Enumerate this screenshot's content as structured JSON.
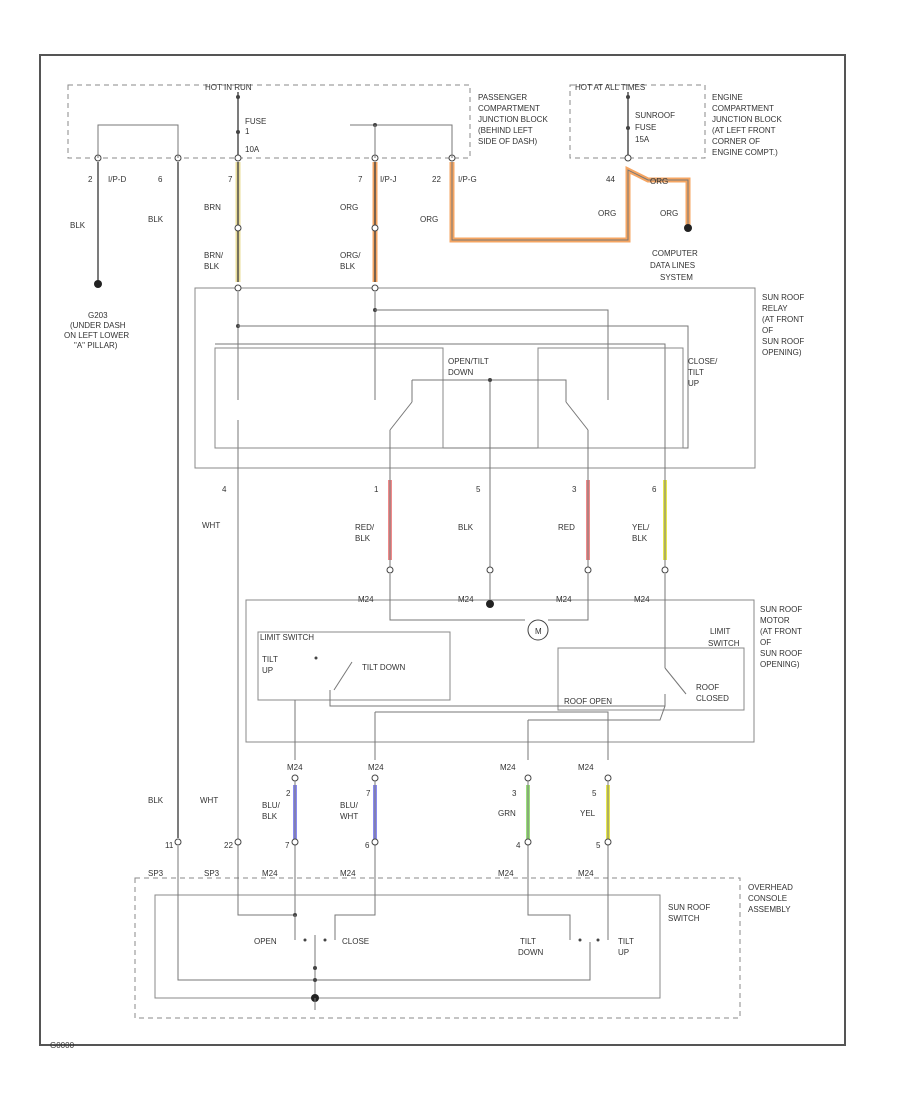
{
  "colors": {
    "brown": "#e8dc9a",
    "orange": "#f5a562",
    "red": "#f08a8a",
    "yellow": "#e8e84a",
    "blue": "#8a8af2",
    "green": "#9ae07a",
    "wire": "#444444",
    "frame": "#555555"
  },
  "fuse_sources": {
    "hot_run": "HOT IN RUN",
    "fuse1": [
      "FUSE",
      "1",
      "10A"
    ],
    "pass_block": [
      "PASSENGER",
      "COMPARTMENT",
      "JUNCTION BLOCK",
      "(BEHIND LEFT",
      "SIDE OF DASH)"
    ],
    "hot_all": "HOT AT ALL TIMES",
    "fuse2": [
      "SUNROOF",
      "FUSE",
      "15A"
    ],
    "engine_block": [
      "ENGINE",
      "COMPARTMENT",
      "JUNCTION BLOCK",
      "(AT LEFT FRONT",
      "CORNER OF",
      "ENGINE COMPT.)"
    ]
  },
  "top_pins": {
    "g2": "2",
    "ipd": "I/P-D",
    "g6": "6",
    "p7a": "7",
    "p7b": "7",
    "ipj": "I/P-J",
    "p22": "22",
    "ipg": "I/P-G",
    "p44": "44"
  },
  "wires": {
    "blk": "BLK",
    "brn": "BRN",
    "org": "ORG",
    "brn_blk": [
      "BRN/",
      "BLK"
    ],
    "org_blk": [
      "ORG/",
      "BLK"
    ],
    "grn": "GRN",
    "whi": "WHT"
  },
  "ground": [
    "G203",
    "(UNDER DASH",
    "ON LEFT LOWER",
    "\"A\" PILLAR)"
  ],
  "data_link": [
    "COMPUTER",
    "DATA LINES",
    "SYSTEM"
  ],
  "relay": {
    "label": [
      "SUN ROOF",
      "RELAY",
      "(AT FRONT",
      "OF",
      "SUN ROOF",
      "OPENING)"
    ],
    "open_tilt": [
      "OPEN/TILT",
      "DOWN"
    ],
    "close_tilt": [
      "CLOSE/",
      "TILT",
      "UP"
    ],
    "pins": [
      "4",
      "1",
      "5",
      "3",
      "6"
    ]
  },
  "mid_wires": [
    "WHT",
    "RED/",
    "BLK",
    "BLK",
    "RED",
    "YEL/",
    "BLK"
  ],
  "motor": {
    "label": [
      "SUN ROOF",
      "MOTOR",
      "(AT FRONT",
      "OF",
      "SUN ROOF",
      "OPENING)"
    ],
    "conn": "M24",
    "limit_switch_1": "LIMIT SWITCH",
    "tilt_up": [
      "TILT",
      "UP"
    ],
    "tilt_down": "TILT DOWN",
    "limit_switch_2": [
      "LIMIT",
      "SWITCH"
    ],
    "roof_open": "ROOF OPEN",
    "roof_closed": [
      "ROOF",
      "CLOSED"
    ]
  },
  "lower_pins": {
    "m_conn": "M24",
    "p2": "2",
    "p7": "7",
    "p3": "3",
    "p5": "5",
    "blu_blk": [
      "BLU/",
      "BLK"
    ],
    "blu_wht": [
      "BLU/",
      "WHT"
    ],
    "grn": "GRN",
    "yel": "YEL",
    "blk": "BLK",
    "wht": "WHT",
    "s11": "11",
    "s22": "22",
    "s7": "7",
    "s6": "6",
    "s4": "4",
    "s5": "5",
    "sp3a": "SP3",
    "sp3b": "SP3",
    "m24": "M24"
  },
  "switch": {
    "label": [
      "SUN ROOF",
      "SWITCH"
    ],
    "overhead": [
      "OVERHEAD",
      "CONSOLE",
      "ASSEMBLY"
    ],
    "open": "OPEN",
    "close": "CLOSE",
    "tilt_down": [
      "TILT",
      "DOWN"
    ],
    "tilt_up": [
      "TILT",
      "UP"
    ]
  },
  "footer": "G0000"
}
